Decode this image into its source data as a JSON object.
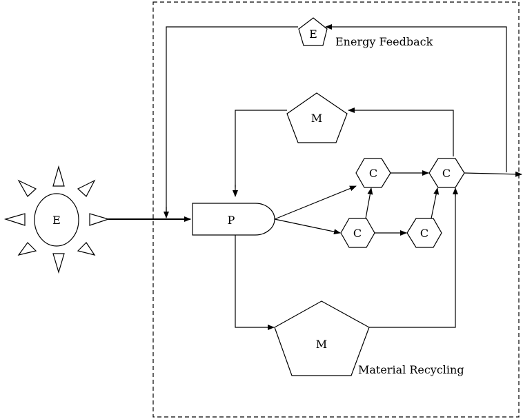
{
  "nodes": {
    "source": "E",
    "energy_feedback": "E",
    "producer": "P",
    "material_top": "M",
    "material_bottom": "M",
    "consumer_1": "C",
    "consumer_2": "C",
    "consumer_3": "C",
    "consumer_4": "C"
  },
  "labels": {
    "energy_feedback": "Energy Feedback",
    "material_recycling": "Material Recycling"
  }
}
